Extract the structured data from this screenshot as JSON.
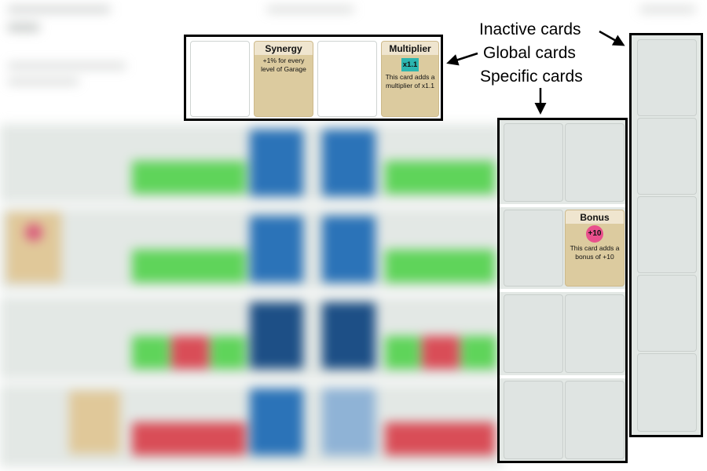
{
  "labels": {
    "inactive": "Inactive cards",
    "global": "Global cards",
    "specific": "Specific cards"
  },
  "global_cards": [
    {
      "title": "Synergy",
      "text": "+1% for every level of Garage"
    },
    {
      "title": "Multiplier",
      "badge": "x1.1",
      "text": "This card adds a multiplier of x1.1"
    }
  ],
  "specific_cards": [
    {
      "title": "Bonus",
      "badge": "+10",
      "text": "This card adds a bonus of +10"
    }
  ],
  "colors": {
    "card_body": "#dccb9f",
    "card_header": "#efe5cf",
    "multiplier_badge": "#2cb6b0",
    "bonus_badge": "#e9508c",
    "slot": "#dfe4e2",
    "panel_border": "#000000"
  }
}
